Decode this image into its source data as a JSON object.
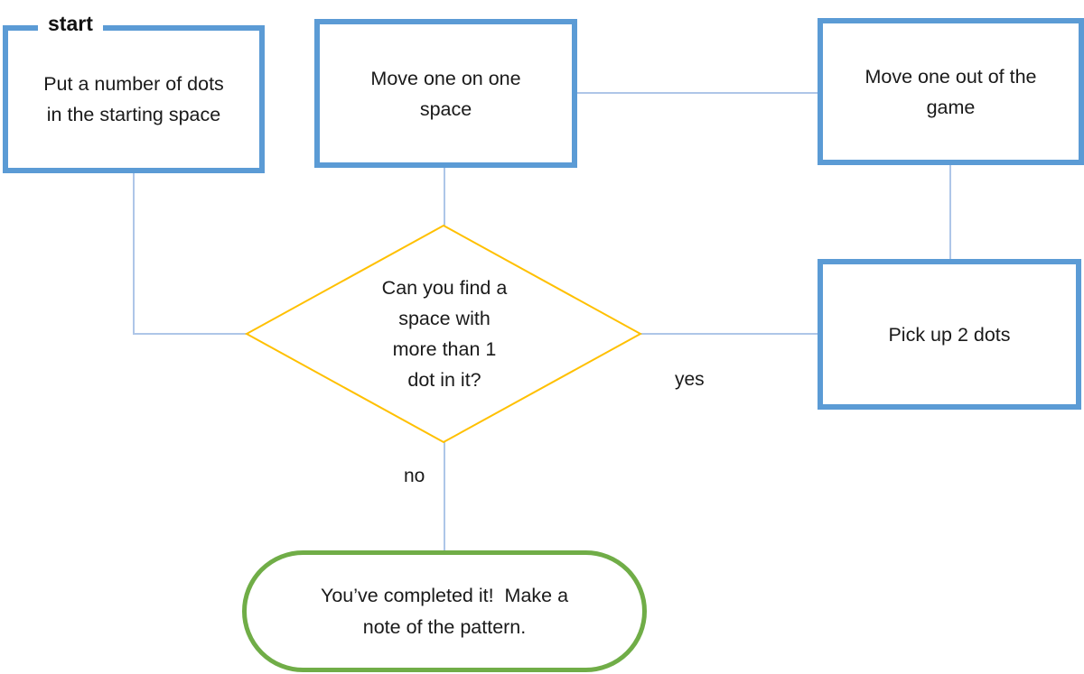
{
  "colors": {
    "box_blue": "#5B9BD5",
    "connector_blue": "#AEC6E8",
    "diamond_orange": "#FFC000",
    "terminal_green": "#70AD47",
    "text_color": "#1A1A1A"
  },
  "flowchart": {
    "start_label": "start",
    "nodes": {
      "start": {
        "label": "Put a number of dots\nin the starting space"
      },
      "move_on": {
        "label": "Move one on one\nspace"
      },
      "move_out": {
        "label": "Move one out of the\ngame"
      },
      "decision": {
        "label": "Can you find a\nspace with\nmore than 1\ndot in it?"
      },
      "pickup": {
        "label": "Pick up 2 dots"
      },
      "done": {
        "label": "You’ve completed it!  Make a\nnote of the pattern."
      }
    },
    "edge_labels": {
      "yes": "yes",
      "no": "no"
    }
  }
}
